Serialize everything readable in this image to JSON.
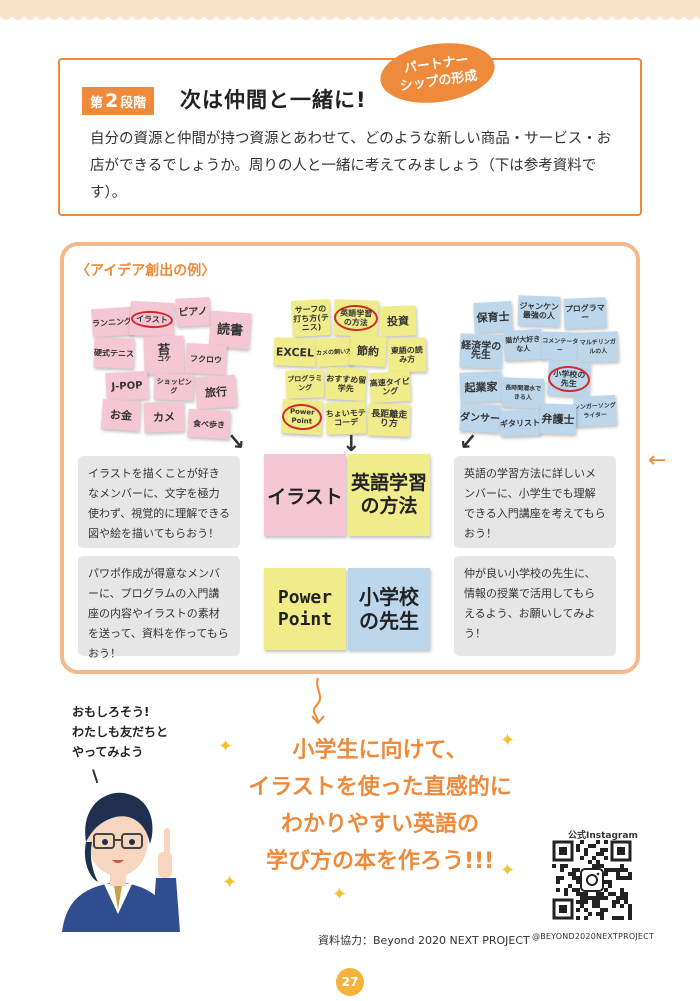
{
  "step": {
    "badge_prefix": "第",
    "badge_number": "2",
    "badge_suffix": "段階",
    "title": "次は仲間と一緒に!",
    "partner_line1": "パートナー",
    "partner_line2": "シップの形成",
    "body": "自分の資源と仲間が持つ資源とあわせて、どのような新しい商品・サービス・お店ができるでしょうか。周りの人と一緒に考えてみましょう（下は参考資料です）。"
  },
  "ideas": {
    "title": "〈アイデア創出の例〉",
    "pink_notes": [
      "ランニング",
      "イラスト",
      "ピアノ",
      "読書",
      "硬式テニス",
      "苔",
      "コケ",
      "フクロウ",
      "J-POP",
      "ショッピング",
      "旅行",
      "お金",
      "カメ",
      "食べ歩き"
    ],
    "yellow_notes": [
      "サーフの打ち方(テニス)",
      "英語学習の方法",
      "投資",
      "EXCEL",
      "カメの飼い方",
      "節約",
      "東語の読み方",
      "プログラミング",
      "おすすめ留学先",
      "高速タイピング",
      "Power Point",
      "ちょいモテコーデ",
      "長距離走り方"
    ],
    "blue_notes": [
      "保育士",
      "ジャンケン最強の人",
      "プログラマー",
      "経済学の先生",
      "猫が大好きな人",
      "コメンテーター",
      "マルチリンガルの人",
      "小学校の先生",
      "起業家",
      "長時間潜水できる人",
      "シンガーソングライター",
      "ダンサー",
      "ギタリスト",
      "弁護士"
    ],
    "bubbles": {
      "top_left": "イラストを描くことが好きなメンバーに、文字を極力使わず、視覚的に理解できる図や絵を描いてもらおう！",
      "bottom_left": "パワポ作成が得意なメンバーに、プログラムの入門講座の内容やイラストの素材を送って、資料を作ってもらおう！",
      "top_right": "英語の学習方法に詳しいメンバーに、小学生でも理解できる入門講座を考えてもらおう！",
      "bottom_right": "仲が良い小学校の先生に、情報の授業で活用してもらえるよう、お願いしてみよう！"
    },
    "center": {
      "illustration": "イラスト",
      "english_1": "英語学習",
      "english_2": "の方法",
      "power_1": "Power",
      "power_2": "Point",
      "teacher_1": "小学校",
      "teacher_2": "の先生"
    }
  },
  "character": {
    "line1": "おもしろそう!",
    "line2": "わたしも友だちと",
    "line3": "やってみよう"
  },
  "headline": {
    "line1": "小学生に向けて、",
    "line2": "イラストを使った直感的に",
    "line3": "わかりやすい英語の",
    "line4": "学び方の本を作ろう!!!"
  },
  "footer": {
    "credit": "資料協力：Beyond 2020 NEXT PROJECT",
    "qr_label": "公式Instagram",
    "handle": "@BEYOND2020NEXTPROJECT",
    "page_number": "27"
  },
  "colors": {
    "accent": "#ee8a3a",
    "pink": "#f5c6d3",
    "yellow": "#f0ec8a",
    "blue": "#bcd7ec"
  }
}
